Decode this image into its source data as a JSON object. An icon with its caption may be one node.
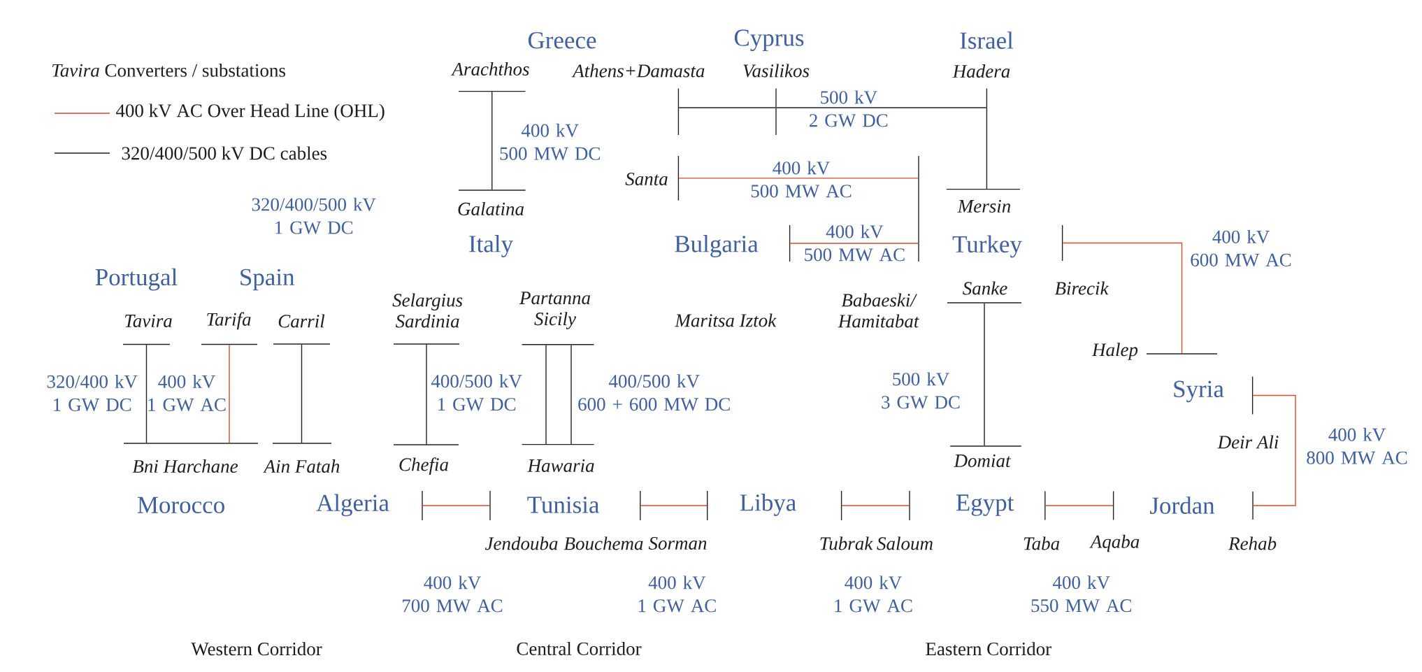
{
  "diagram": {
    "nodes": [
      {
        "text": [
          "Arachthos"
        ]
      },
      {
        "text": [
          "Athens+Damasta"
        ]
      },
      {
        "text": [
          "Vasilikos"
        ]
      },
      {
        "text": [
          "Hadera"
        ]
      },
      {
        "text": [
          "Santa"
        ]
      },
      {
        "text": [
          "Galatina"
        ]
      },
      {
        "text": [
          "Mersin"
        ]
      },
      {
        "text": [
          "Sanke"
        ]
      },
      {
        "text": [
          "Birecik"
        ]
      },
      {
        "text": [
          "Tavira"
        ]
      },
      {
        "text": [
          "Tarifa"
        ]
      },
      {
        "text": [
          "Carril"
        ]
      },
      {
        "text": [
          "Selargius Sardinia"
        ]
      },
      {
        "text": [
          "Partanna Sicily"
        ]
      },
      {
        "text": [
          "Maritsa Iztok"
        ]
      },
      {
        "text": [
          "Babaeski/ Hamitabat"
        ]
      },
      {
        "text": [
          "Halep"
        ]
      },
      {
        "text": [
          "Deir Ali"
        ]
      },
      {
        "text": [
          "Domiat"
        ]
      },
      {
        "text": [
          "Bni Harchane"
        ]
      },
      {
        "text": [
          "Ain Fatah"
        ]
      },
      {
        "text": [
          "Chefia"
        ]
      },
      {
        "text": [
          "Hawaria"
        ]
      },
      {
        "text": [],
        "shape": "bar"
      },
      {
        "text": [
          "Jendouba"
        ]
      },
      {
        "text": [
          "Bouchema"
        ]
      },
      {
        "text": [
          "Sorman"
        ]
      },
      {
        "text": [
          "Tubrak"
        ]
      },
      {
        "text": [
          "Saloum"
        ]
      },
      {
        "text": [
          "Taba"
        ]
      },
      {
        "text": [
          "Aqaba"
        ]
      },
      {
        "text": [
          "Rehab"
        ]
      }
    ],
    "edges": [
      {
        "from": 9,
        "to": 19,
        "arrow": "none",
        "label": "320/400 kV 1 GW DC"
      },
      {
        "from": 10,
        "to": 19,
        "arrow": "none",
        "label": "400 kV 1 GW AC",
        "color": "#d24b2e"
      },
      {
        "from": 11,
        "to": 20,
        "arrow": "none"
      },
      {
        "from": 12,
        "to": 21,
        "arrow": "none",
        "label": "400/500 kV 1 GW DC"
      },
      {
        "from": 13,
        "to": 22,
        "arrow": "none"
      },
      {
        "from": 13,
        "to": 22,
        "arrow": "none",
        "label": "400/500 kV 600 + 600 MW DC"
      },
      {
        "from": 0,
        "to": 5,
        "arrow": "none",
        "label": "400 kV 500 MW DC"
      },
      {
        "from": 1,
        "to": 2,
        "arrow": "none"
      },
      {
        "from": 2,
        "to": 3,
        "arrow": "none",
        "label": "500 kV 2 GW DC"
      },
      {
        "from": 3,
        "to": 6,
        "arrow": "none"
      },
      {
        "from": 4,
        "to": 15,
        "arrow": "none",
        "label": "400 kV 500 MW AC",
        "color": "#d24b2e"
      },
      {
        "from": 14,
        "to": 15,
        "arrow": "none",
        "label": "400 kV 500 MW AC",
        "color": "#d24b2e"
      },
      {
        "from": 7,
        "to": 18,
        "arrow": "none",
        "label": "500 kV 3 GW DC"
      },
      {
        "from": 8,
        "to": 16,
        "arrow": "none",
        "label": "400 kV 600 MW AC",
        "color": "#d24b2e"
      },
      {
        "from": 17,
        "to": 31,
        "arrow": "none",
        "label": "400 kV 800 MW AC",
        "color": "#d24b2e"
      },
      {
        "from": 23,
        "to": 24,
        "arrow": "none",
        "label": "400 kV 700 MW AC",
        "color": "#d24b2e"
      },
      {
        "from": 25,
        "to": 26,
        "arrow": "none",
        "label": "400 kV 1 GW AC",
        "color": "#d24b2e"
      },
      {
        "from": 27,
        "to": 28,
        "arrow": "none",
        "label": "400 kV 1 GW AC",
        "color": "#d24b2e"
      },
      {
        "from": 29,
        "to": 30,
        "arrow": "none",
        "label": "400 kV 550 MW AC",
        "color": "#d24b2e"
      }
    ],
    "labels": [
      "Greece",
      "Cyprus",
      "Israel",
      "320/400/500 kV 1 GW DC",
      "Italy",
      "Bulgaria",
      "Turkey",
      "Portugal",
      "Spain",
      "Syria",
      "Morocco",
      "Algeria",
      "Tunisia",
      "Libya",
      "Egypt",
      "Jordan",
      "Western Corridor",
      "Central Corridor",
      "Eastern Corridor"
    ],
    "legend": [
      {
        "text": "*Tavira* Converters / substations"
      },
      {
        "text": "400 kV AC Over Head Line (OHL)"
      },
      {
        "text": "320/400/500 kV DC cables"
      }
    ]
  }
}
